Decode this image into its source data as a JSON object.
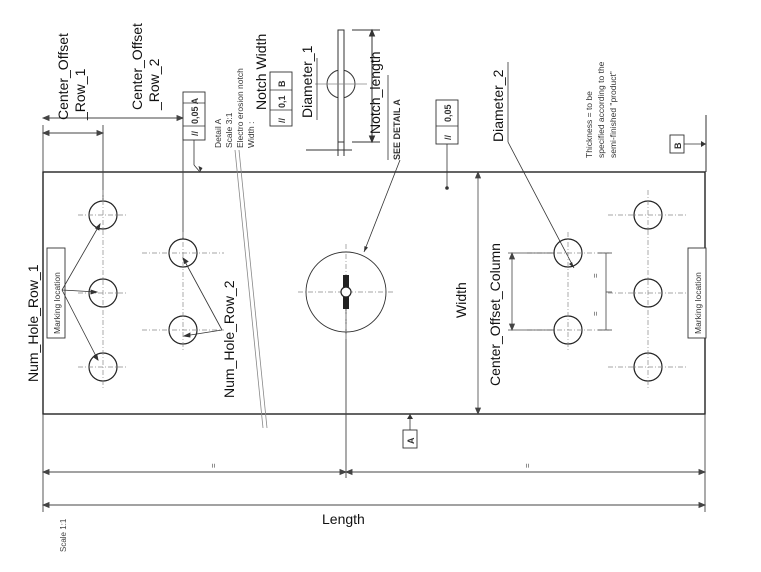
{
  "labels": {
    "center_offset_row_1": [
      "Center_Offset",
      "_Row_1"
    ],
    "center_offset_row_2": [
      "Center_Offset",
      "_Row_2"
    ],
    "notch_width": "Notch Width",
    "diameter_1": "Diameter_1",
    "notch_length": "Notch_length",
    "diameter_2": "Diameter_2",
    "num_hole_row_1": "Num_Hole_Row_1",
    "num_hole_row_2": "Num_Hole_Row_2",
    "width": "Width",
    "center_offset_column": "Center_Offset_Column",
    "length": "Length"
  },
  "annotations": {
    "detail_a": [
      "Detail A",
      "Scale 3:1",
      "Electro erosion notch",
      "Width :"
    ],
    "see_detail": "SEE DETAIL A",
    "thickness_note": [
      "Thickness = to be",
      "specified according to the",
      "semi-finished \"product\""
    ],
    "marking_location": "Marking location",
    "scale": "Scale 1:1",
    "equal": "="
  },
  "tolerances": {
    "parallel_a": "0,05 A",
    "parallel_b": "0,1 B",
    "flatness": "0,05"
  },
  "datums": {
    "a": "A",
    "b": "B"
  },
  "colors": {
    "line": "#222222",
    "center_line": "#777777",
    "text": "#111111"
  }
}
